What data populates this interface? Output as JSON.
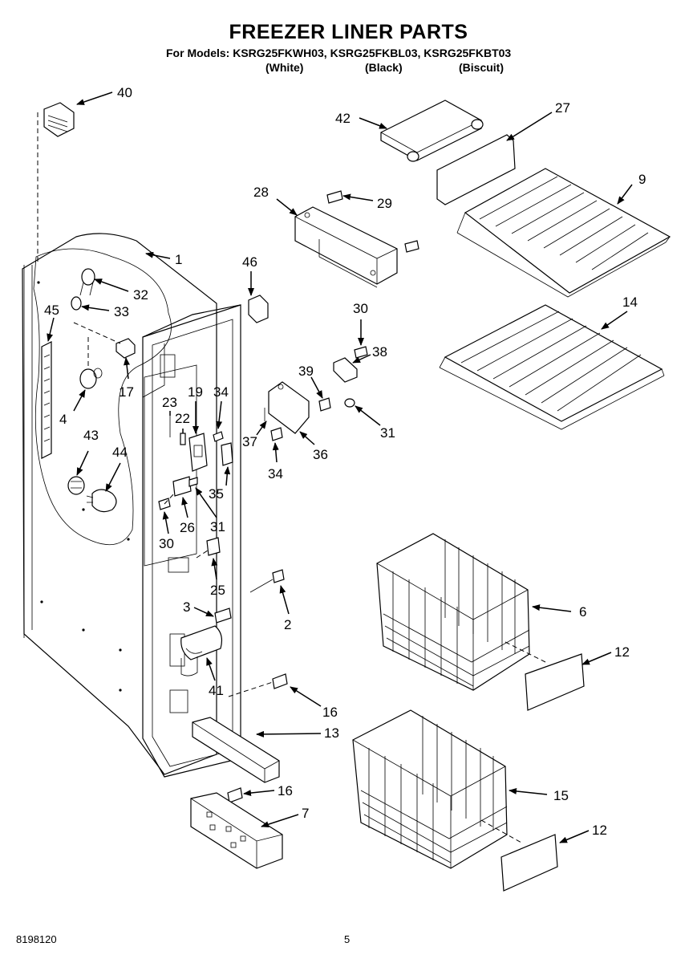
{
  "header": {
    "title": "FREEZER LINER PARTS",
    "models_line": "For Models: KSRG25FKWH03, KSRG25FKBL03, KSRG25FKBT03",
    "variants": [
      "(White)",
      "(Black)",
      "(Biscuit)"
    ]
  },
  "footer": {
    "doc_number": "8198120",
    "page_number": "5"
  },
  "callouts": {
    "c40": "40",
    "c42": "42",
    "c27": "27",
    "c28": "28",
    "c29": "29",
    "c9": "9",
    "c1": "1",
    "c46": "46",
    "c32": "32",
    "c33": "33",
    "c45": "45",
    "c30a": "30",
    "c38": "38",
    "c14": "14",
    "c17": "17",
    "c39": "39",
    "c4": "4",
    "c23": "23",
    "c19": "19",
    "c34a": "34",
    "c22": "22",
    "c37": "37",
    "c36": "36",
    "c31a": "31",
    "c34b": "34",
    "c43": "43",
    "c44": "44",
    "c35": "35",
    "c26": "26",
    "c31b": "31",
    "c30b": "30",
    "c25": "25",
    "c6": "6",
    "c3": "3",
    "c2": "2",
    "c12a": "12",
    "c41": "41",
    "c16a": "16",
    "c13": "13",
    "c16b": "16",
    "c15": "15",
    "c7": "7",
    "c12b": "12"
  }
}
